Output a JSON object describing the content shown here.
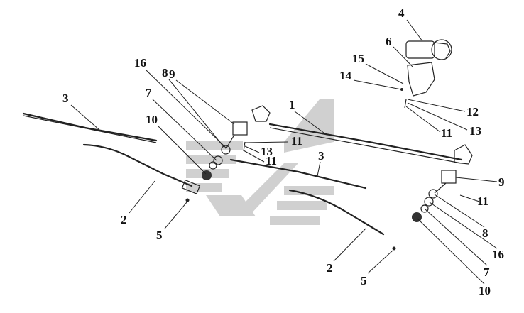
{
  "diagram": {
    "type": "exploded-parts-view",
    "callouts": [
      "4",
      "6",
      "15",
      "14",
      "12",
      "13",
      "11",
      "9",
      "16",
      "8",
      "7",
      "10",
      "3",
      "1",
      "11",
      "13",
      "11",
      "3",
      "2",
      "5",
      "9",
      "11",
      "8",
      "16",
      "7",
      "10",
      "2",
      "5"
    ],
    "colors": {
      "ink": "#222222",
      "watermark": "#d0d0d0"
    }
  }
}
